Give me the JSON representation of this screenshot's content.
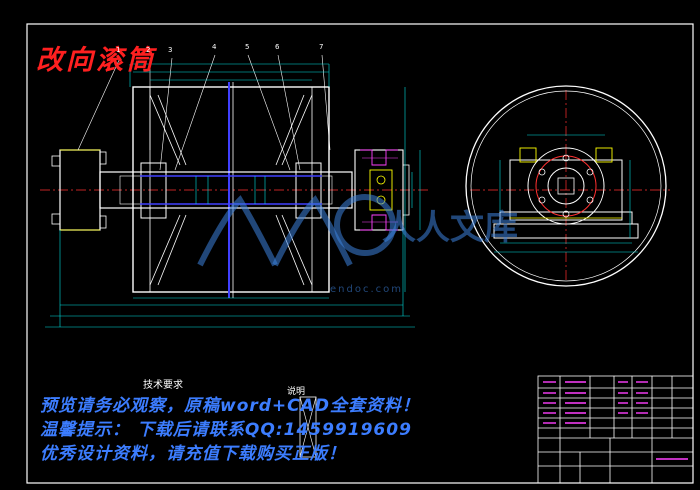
{
  "drawing": {
    "title": "改向滚筒",
    "tech_requirements_title": "技术要求",
    "notes_title": "说明",
    "part_labels": [
      "1",
      "2",
      "3",
      "4",
      "5",
      "6",
      "7"
    ],
    "watermark_site": "endoc.com",
    "watermark_logo": "人人文库",
    "watermark_lines": [
      "预览请务必观察，原稿word+CAD全套资料！",
      "温馨提示：  下载后请联系QQ:1459919609",
      "优秀设计资料，请充值下载购买正版！"
    ]
  },
  "colors": {
    "background": "#000000",
    "frame": "#ffffff",
    "outline": "#ffffff",
    "centerline": "#ff3030",
    "dimension": "#00e0e0",
    "detail": "#ffff00",
    "accent": "#ff40ff",
    "shaft_axis": "#4040ff",
    "watermark": "#3c7dff"
  }
}
